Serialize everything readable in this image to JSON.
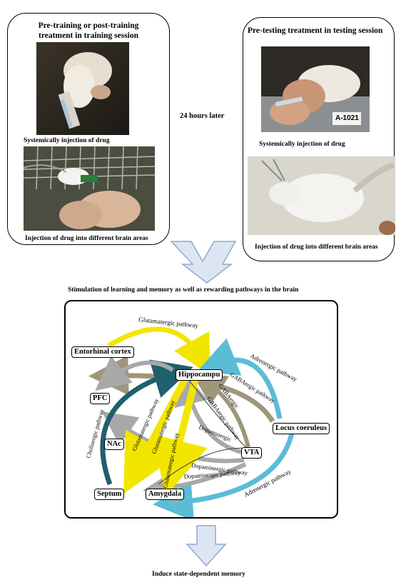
{
  "left_panel": {
    "title_line1": "Pre-training or post-training",
    "title_line2": "treatment in training session",
    "caption_systemic": "Systemically injection of drug",
    "caption_brain": "Injection of drug into different brain areas"
  },
  "middle_text": "24 hours later",
  "right_panel": {
    "title": "Pre-testing treatment in testing session",
    "caption_systemic": "Systemically injection of drug",
    "caption_brain": "Injection of drug into different brain areas",
    "photo_label": "A-1021"
  },
  "stimulation_text": "Stimulation of learning and memory as well as rewarding pathways in the brain",
  "nodes": {
    "entorhinal": "Entorhinal cortex",
    "hippocampus": "Hippocampu",
    "pfc": "PFC",
    "nac": "NAc",
    "septum": "Septum",
    "amygdala": "Amygdala",
    "vta": "VTA",
    "locus": "Locus coeruleus"
  },
  "pathways": {
    "glutamatergic": "Glutamatergic pathway",
    "adrenergic": "Adrenergic pathway",
    "gabaergic": "GABAergic pathway",
    "gabaergic_short": "GABAergic",
    "dopaminergic": "Dopaminergic",
    "dopaminergic_pathway": "Dopaminergic pathway",
    "cholinergic": "Cholinergic pathway"
  },
  "final_text": "Induce state-dependent memory",
  "colors": {
    "glutamatergic": "#f2e600",
    "adrenergic": "#5bbcd6",
    "gabaergic": "#9e977a",
    "dopaminergic": "#a8a8a8",
    "cholinergic": "#1f5f6e",
    "big_arrow_fill": "#dce6f2",
    "big_arrow_stroke": "#8eaacc"
  }
}
